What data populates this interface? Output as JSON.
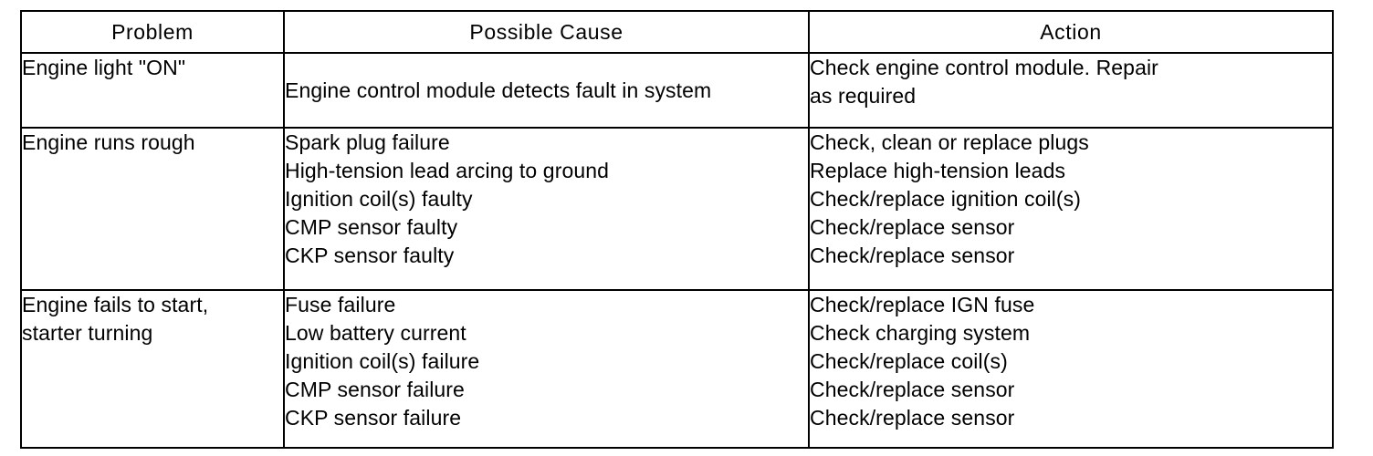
{
  "table": {
    "columns": [
      {
        "key": "problem",
        "header": "Problem"
      },
      {
        "key": "cause",
        "header": "Possible Cause"
      },
      {
        "key": "action",
        "header": "Action"
      }
    ],
    "rows": [
      {
        "problem_lines": [
          "Engine light \"ON\""
        ],
        "cause_lines": [
          "Engine control module detects fault in system"
        ],
        "action_lines": [
          "Check engine control module.  Repair",
          "as required"
        ]
      },
      {
        "problem_lines": [
          "Engine runs rough"
        ],
        "cause_lines": [
          "Spark plug failure",
          "High-tension lead arcing to ground",
          "Ignition coil(s) faulty",
          "CMP sensor faulty",
          "CKP sensor faulty"
        ],
        "action_lines": [
          "Check, clean or replace plugs",
          "Replace high-tension leads",
          "Check/replace ignition coil(s)",
          "Check/replace sensor",
          "Check/replace sensor"
        ]
      },
      {
        "problem_lines": [
          "Engine fails to start,",
          "starter turning"
        ],
        "cause_lines": [
          "Fuse failure",
          "Low battery current",
          "Ignition coil(s) failure",
          "CMP sensor failure",
          "CKP sensor failure"
        ],
        "action_lines": [
          "Check/replace IGN fuse",
          "Check charging system",
          "Check/replace coil(s)",
          "Check/replace sensor",
          "Check/replace sensor"
        ]
      }
    ]
  },
  "colors": {
    "ink": "#000000",
    "page": "#ffffff"
  }
}
